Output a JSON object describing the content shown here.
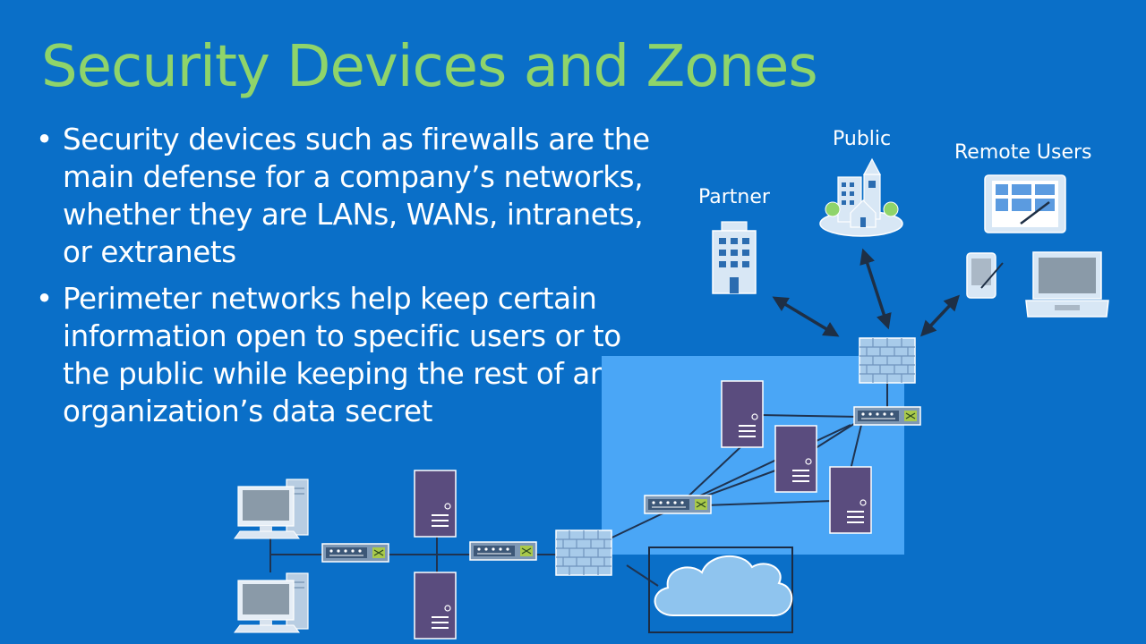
{
  "slide": {
    "title": "Security Devices and Zones",
    "bullets": [
      {
        "marker": "•",
        "text": "Security devices such as firewalls are the main defense for a company’s networks, whether they are LANs, WANs, intranets, or extranets"
      },
      {
        "marker": "•",
        "text": "Perimeter networks help keep certain information open to specific users or to the public while keeping the rest of an organization’s data secret"
      }
    ]
  },
  "diagram": {
    "labels": {
      "partner": "Partner",
      "public": "Public",
      "remote_users": "Remote Users"
    },
    "icons": [
      "building-icon",
      "city-icon",
      "tablet-icon",
      "pda-icon",
      "laptop-icon",
      "firewall-icon",
      "switch-icon",
      "server-icon",
      "desktop-computer-icon",
      "cloud-icon"
    ]
  },
  "colors": {
    "background": "#0a6fc8",
    "title": "#8fd46a",
    "perimeter_zone": "#4aa6f6",
    "server": "#5a4c7e",
    "firewall": "#a8cbea"
  }
}
